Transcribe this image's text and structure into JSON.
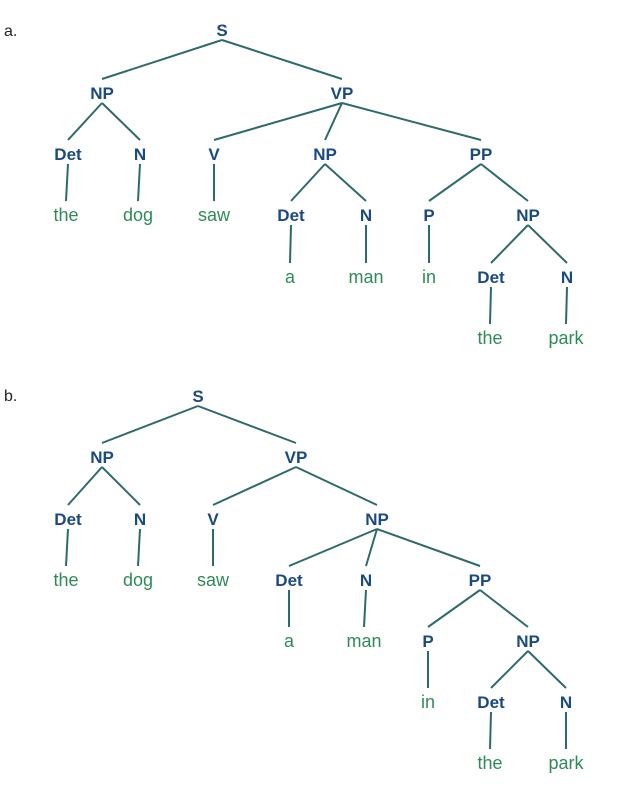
{
  "colors": {
    "category": "#1a4a80",
    "word": "#2e8b57",
    "edge": "#2d6b6b",
    "label": "#222222"
  },
  "trees": [
    {
      "label": "a.",
      "nodes": [
        {
          "text": "S",
          "kind": "cat"
        },
        {
          "text": "NP",
          "kind": "cat"
        },
        {
          "text": "VP",
          "kind": "cat"
        },
        {
          "text": "Det",
          "kind": "cat"
        },
        {
          "text": "N",
          "kind": "cat"
        },
        {
          "text": "V",
          "kind": "cat"
        },
        {
          "text": "NP",
          "kind": "cat"
        },
        {
          "text": "PP",
          "kind": "cat"
        },
        {
          "text": "the",
          "kind": "word"
        },
        {
          "text": "dog",
          "kind": "word"
        },
        {
          "text": "saw",
          "kind": "word"
        },
        {
          "text": "Det",
          "kind": "cat"
        },
        {
          "text": "N",
          "kind": "cat"
        },
        {
          "text": "P",
          "kind": "cat"
        },
        {
          "text": "NP",
          "kind": "cat"
        },
        {
          "text": "a",
          "kind": "word"
        },
        {
          "text": "man",
          "kind": "word"
        },
        {
          "text": "in",
          "kind": "word"
        },
        {
          "text": "Det",
          "kind": "cat"
        },
        {
          "text": "N",
          "kind": "cat"
        },
        {
          "text": "the",
          "kind": "word"
        },
        {
          "text": "park",
          "kind": "word"
        }
      ]
    },
    {
      "label": "b.",
      "nodes": [
        {
          "text": "S",
          "kind": "cat"
        },
        {
          "text": "NP",
          "kind": "cat"
        },
        {
          "text": "VP",
          "kind": "cat"
        },
        {
          "text": "Det",
          "kind": "cat"
        },
        {
          "text": "N",
          "kind": "cat"
        },
        {
          "text": "V",
          "kind": "cat"
        },
        {
          "text": "NP",
          "kind": "cat"
        },
        {
          "text": "the",
          "kind": "word"
        },
        {
          "text": "dog",
          "kind": "word"
        },
        {
          "text": "saw",
          "kind": "word"
        },
        {
          "text": "Det",
          "kind": "cat"
        },
        {
          "text": "N",
          "kind": "cat"
        },
        {
          "text": "PP",
          "kind": "cat"
        },
        {
          "text": "a",
          "kind": "word"
        },
        {
          "text": "man",
          "kind": "word"
        },
        {
          "text": "P",
          "kind": "cat"
        },
        {
          "text": "NP",
          "kind": "cat"
        },
        {
          "text": "in",
          "kind": "word"
        },
        {
          "text": "Det",
          "kind": "cat"
        },
        {
          "text": "N",
          "kind": "cat"
        },
        {
          "text": "the",
          "kind": "word"
        },
        {
          "text": "park",
          "kind": "word"
        }
      ]
    }
  ]
}
